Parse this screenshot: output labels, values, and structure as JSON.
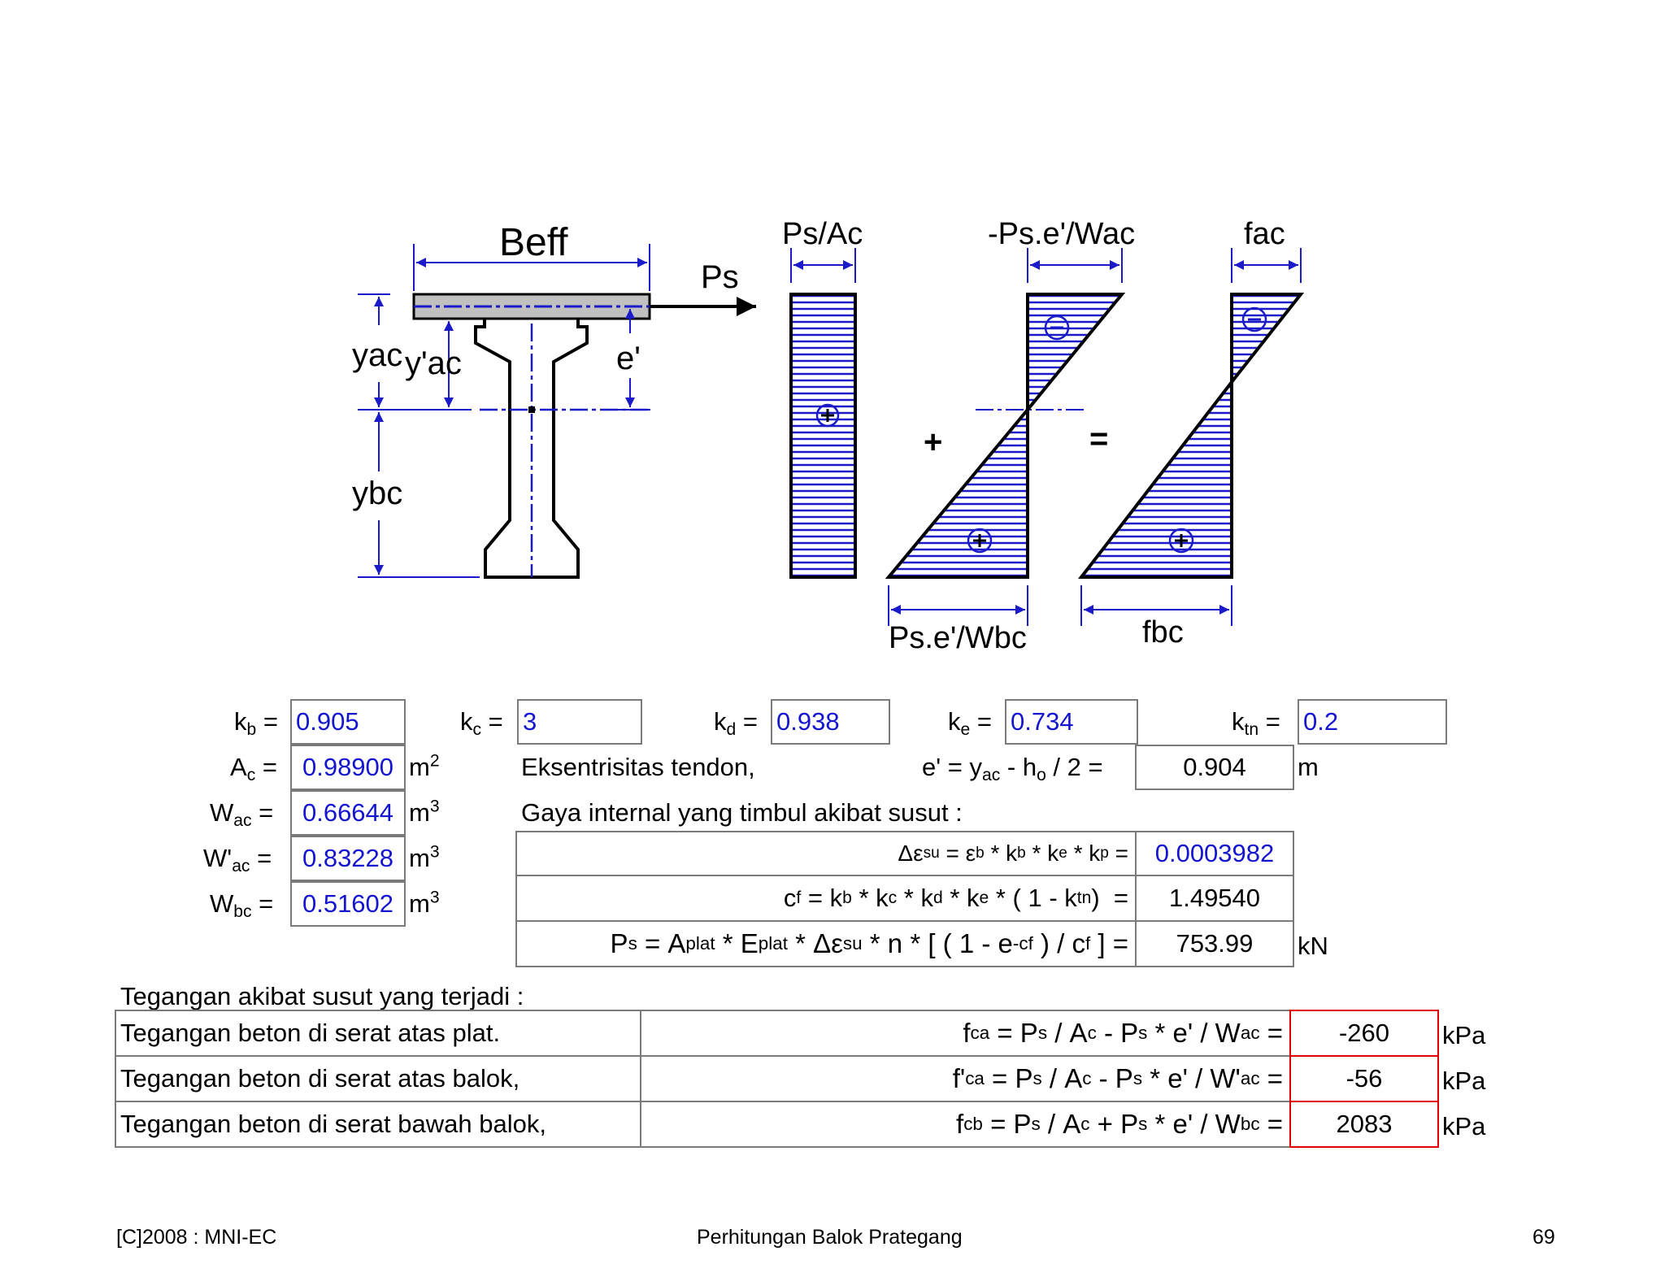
{
  "diagram": {
    "labels": {
      "beff": "Beff",
      "ps": "Ps",
      "yac": "yac",
      "yac_prime": "y'ac",
      "e_prime": "e'",
      "ybc": "ybc",
      "ps_ac": "Ps/Ac",
      "ps_e_wac": "-Ps.e'/Wac",
      "fac": "fac",
      "ps_e_wbc": "Ps.e'/Wbc",
      "fbc": "fbc",
      "plus": "+",
      "equals": "="
    },
    "colors": {
      "hatch": "#1a1ac8",
      "outline": "#000000",
      "slab": "#c0c0c0"
    }
  },
  "coefficients": {
    "kb": {
      "name": "k",
      "sub": "b",
      "value": "0.905"
    },
    "kc": {
      "name": "k",
      "sub": "c",
      "value": "3"
    },
    "kd": {
      "name": "k",
      "sub": "d",
      "value": "0.938"
    },
    "ke": {
      "name": "k",
      "sub": "e",
      "value": "0.734"
    },
    "ktn": {
      "name": "k",
      "sub": "tn",
      "value": "0.2"
    }
  },
  "section_props": [
    {
      "name": "A",
      "prefix": "",
      "sub": "c",
      "value": "0.98900",
      "unit": "m",
      "pow": "2"
    },
    {
      "name": "W",
      "prefix": "",
      "sub": "ac",
      "value": "0.66644",
      "unit": "m",
      "pow": "3"
    },
    {
      "name": "W",
      "prefix": "'",
      "sub": "ac",
      "value": "0.83228",
      "unit": "m",
      "pow": "3"
    },
    {
      "name": "W",
      "prefix": "",
      "sub": "bc",
      "value": "0.51602",
      "unit": "m",
      "pow": "3"
    }
  ],
  "eccentricity": {
    "label": "Eksentrisitas tendon,",
    "value": "0.904",
    "unit": "m"
  },
  "internal_force_label": "Gaya internal yang timbul akibat susut :",
  "shrinkage_rows": {
    "strain_value": "0.0003982",
    "cf_value": "1.49540",
    "ps_value": "753.99",
    "ps_unit": "kN"
  },
  "stress_section_title": "Tegangan akibat susut yang terjadi :",
  "stress_rows": [
    {
      "label": "Tegangan beton di serat atas plat.",
      "value": "-260",
      "unit": "kPa"
    },
    {
      "label": "Tegangan beton di serat atas balok,",
      "value": "-56",
      "unit": "kPa"
    },
    {
      "label": "Tegangan beton di serat bawah balok,",
      "value": "2083",
      "unit": "kPa"
    }
  ],
  "footer": {
    "left": "[C]2008 : MNI-EC",
    "center": "Perhitungan Balok Prategang",
    "right": "69"
  }
}
